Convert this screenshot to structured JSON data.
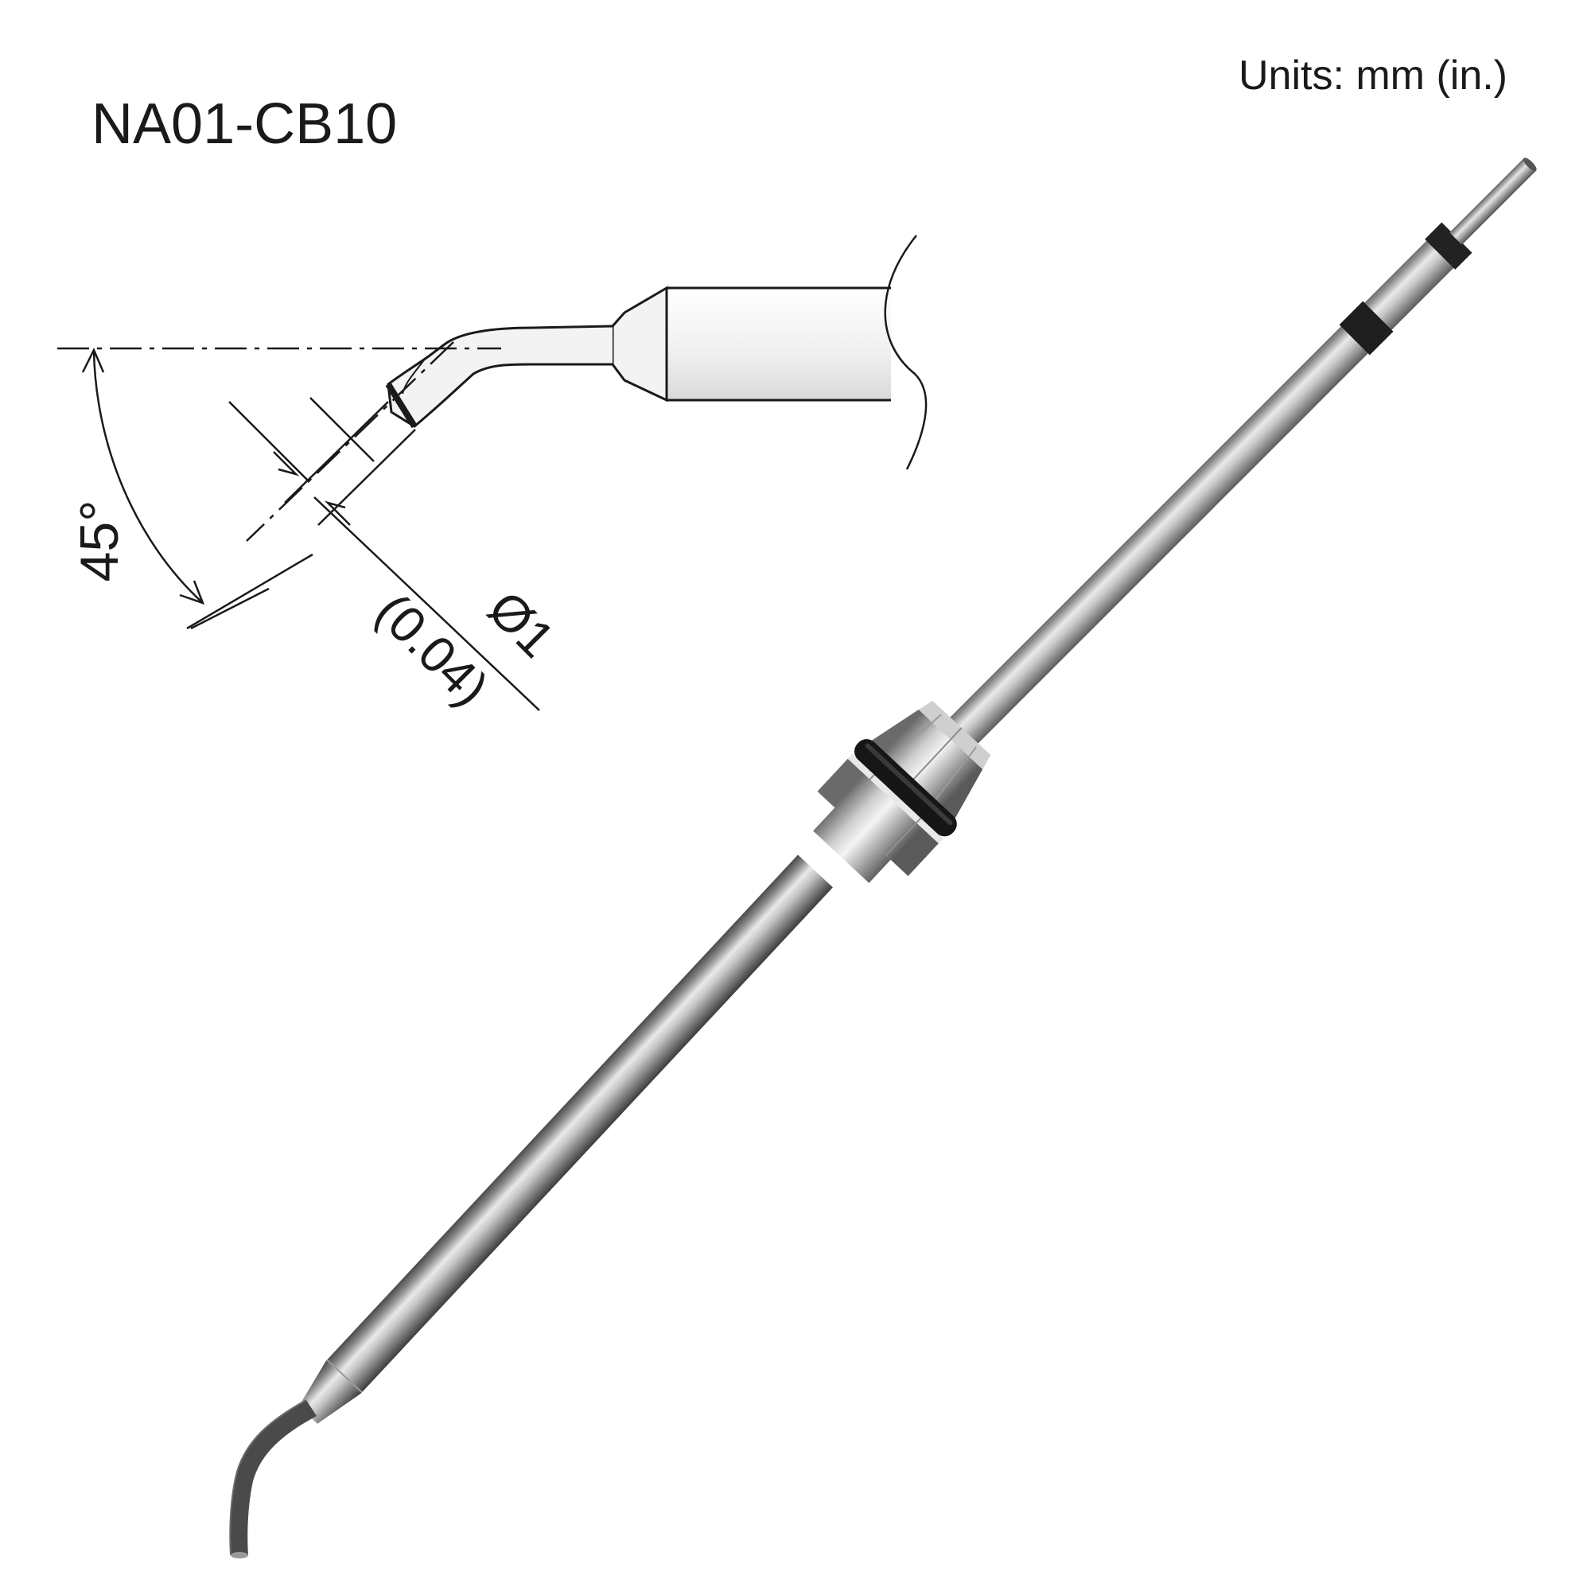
{
  "title": "NA01-CB10",
  "units": "Units: mm (in.)",
  "angle": "45°",
  "diameter_mm": "Ø1",
  "diameter_in": "(0.04)",
  "colors": {
    "line": "#1a1a1a",
    "metal_light": "#e6e6e6",
    "metal_dark": "#6f6f6f",
    "oring": "#151515"
  }
}
